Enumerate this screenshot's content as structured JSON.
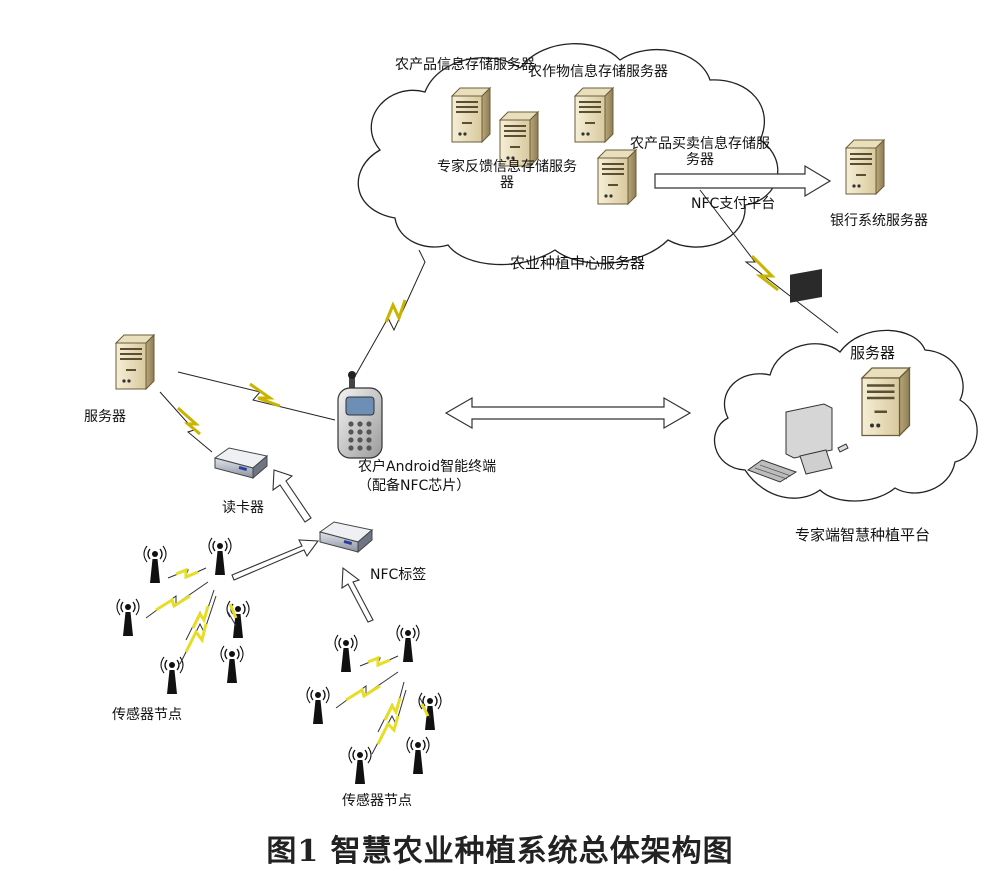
{
  "cloud_top": {
    "label": "农业种植中心服务器",
    "servers": {
      "product_info": "农产品信息存储服务器",
      "crop_info": "农作物信息存储服务器",
      "expert_feedback": "专家反馈信息存储服务器",
      "trade_info": "农产品买卖信息存储服务器"
    }
  },
  "bank": {
    "label": "银行系统服务器"
  },
  "payment": {
    "label": "NFC支付平台"
  },
  "farmer_terminal": {
    "label": "农户Android智能终端（配备NFC芯片）"
  },
  "left": {
    "server_label": "服务器",
    "reader_label": "读卡器",
    "nfc_tag_label": "NFC标签",
    "sensor_label_1": "传感器节点",
    "sensor_label_2": "传感器节点"
  },
  "expert_cloud": {
    "server_label": "服务器",
    "platform_label": "专家端智慧种植平台"
  },
  "caption": "图1  智慧农业种植系统总体架构图",
  "colors": {
    "lightning": "#f2ec2a",
    "server_body": "#efe6c8",
    "server_dark": "#a6946a"
  }
}
